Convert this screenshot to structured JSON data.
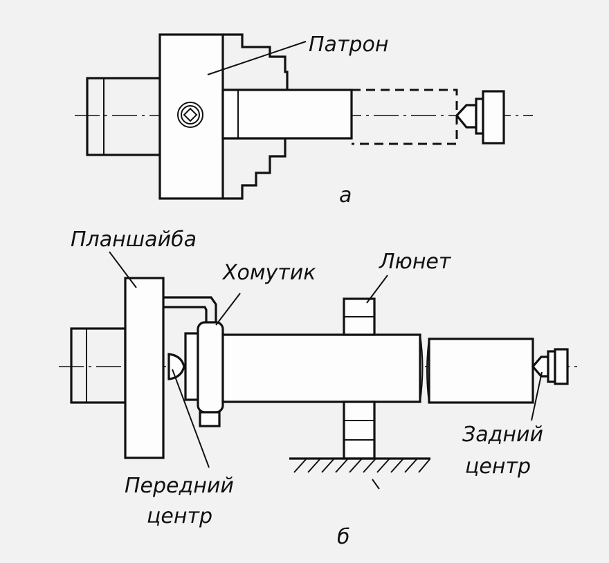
{
  "diagram_a": {
    "caption": "а",
    "labels": {
      "chuck": "Патрон"
    }
  },
  "diagram_b": {
    "caption": "б",
    "labels": {
      "faceplate": "Планшайба",
      "dog": "Хомутик",
      "steady_rest": "Люнет",
      "front_center_line1": "Передний",
      "front_center_line2": "центр",
      "tail_center_line1": "Задний",
      "tail_center_line2": "центр"
    }
  },
  "colors": {
    "line": "#111111",
    "background": "#f2f2f2"
  }
}
